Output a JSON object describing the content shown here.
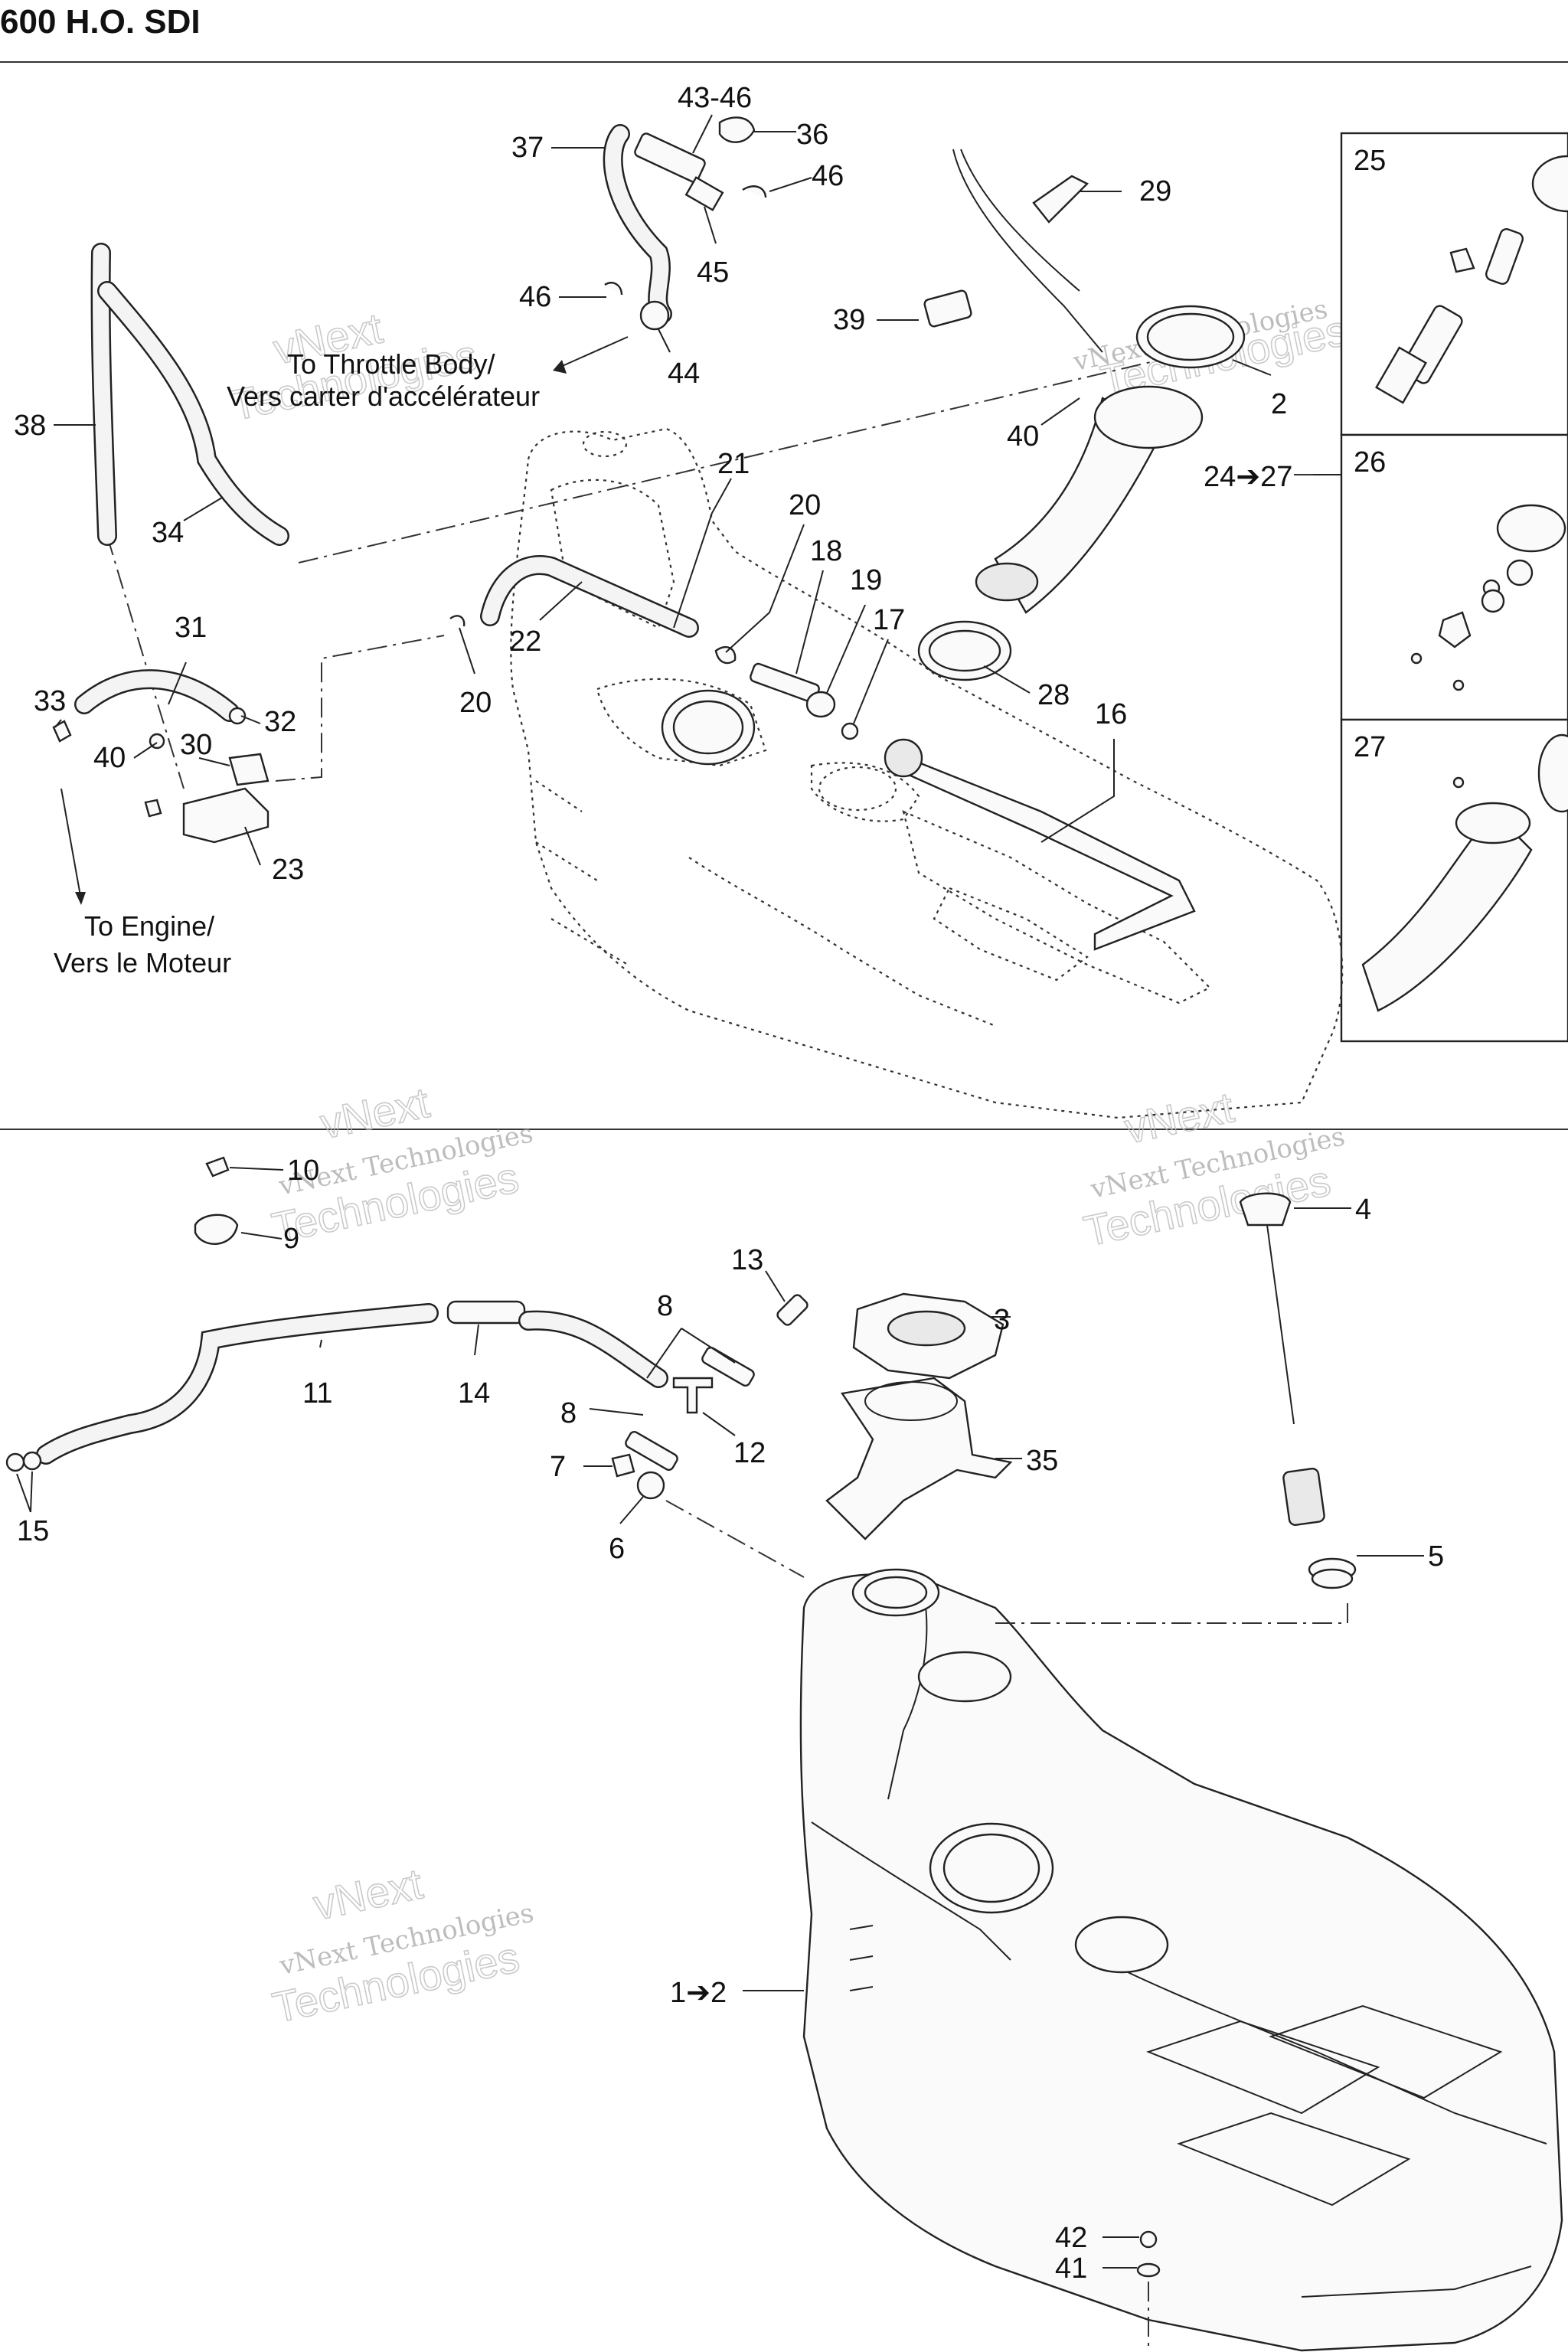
{
  "header": {
    "title": "600 H.O. SDI"
  },
  "notes": {
    "to_throttle_body_en": "To Throttle Body/",
    "to_throttle_body_fr": "Vers carter d'accélérateur",
    "to_engine_en": "To Engine/",
    "to_engine_fr": "Vers le Moteur"
  },
  "watermark": {
    "line1": "vNext",
    "line2": "Technologies",
    "small": "vNext Technologies"
  },
  "top_labels": {
    "l43_46": "43-46",
    "l36": "36",
    "l37": "37",
    "l46a": "46",
    "l29": "29",
    "l45": "45",
    "l46b": "46",
    "l44": "44",
    "l39": "39",
    "l2": "2",
    "l38": "38",
    "l40a": "40",
    "l24_27": "24➔27",
    "l34": "34",
    "l21": "21",
    "l20a": "20",
    "l18": "18",
    "l19": "19",
    "l17": "17",
    "l22": "22",
    "l28": "28",
    "l31": "31",
    "l20b": "20",
    "l16": "16",
    "l33": "33",
    "l32": "32",
    "l40b": "40",
    "l30": "30",
    "l23": "23"
  },
  "inset_labels": {
    "i25": "25",
    "i26": "26",
    "i27": "27"
  },
  "bottom_labels": {
    "b10": "10",
    "b9": "9",
    "b4": "4",
    "b13": "13",
    "b8a": "8",
    "b3": "3",
    "b11": "11",
    "b14": "14",
    "b8b": "8",
    "b12": "12",
    "b35": "35",
    "b7": "7",
    "b6": "6",
    "b15": "15",
    "b5": "5",
    "b1_2": "1➔2",
    "b42": "42",
    "b41": "41"
  }
}
